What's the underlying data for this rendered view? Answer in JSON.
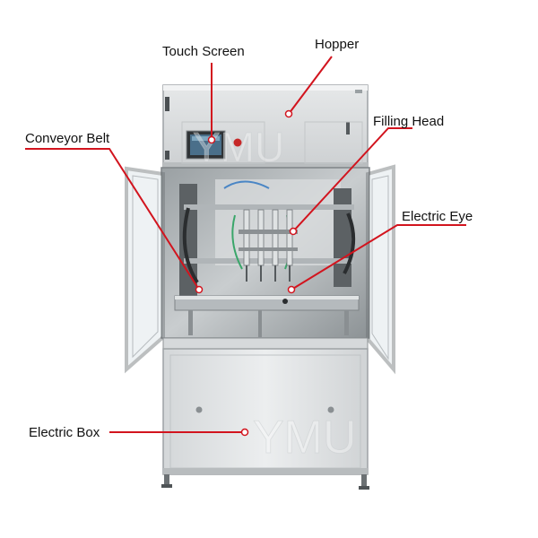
{
  "labels": {
    "touch_screen": "Touch Screen",
    "hopper": "Hopper",
    "filling_head": "Filling Head",
    "conveyor_belt": "Conveyor Belt",
    "electric_eye": "Electric Eye",
    "electric_box": "Electric Box"
  },
  "watermark": "YMU",
  "colors": {
    "leader_line": "#d2141e",
    "steel_light": "#e3e5e6",
    "steel_mid": "#c7cacc",
    "steel_dark": "#8d9295",
    "background": "#ffffff"
  }
}
